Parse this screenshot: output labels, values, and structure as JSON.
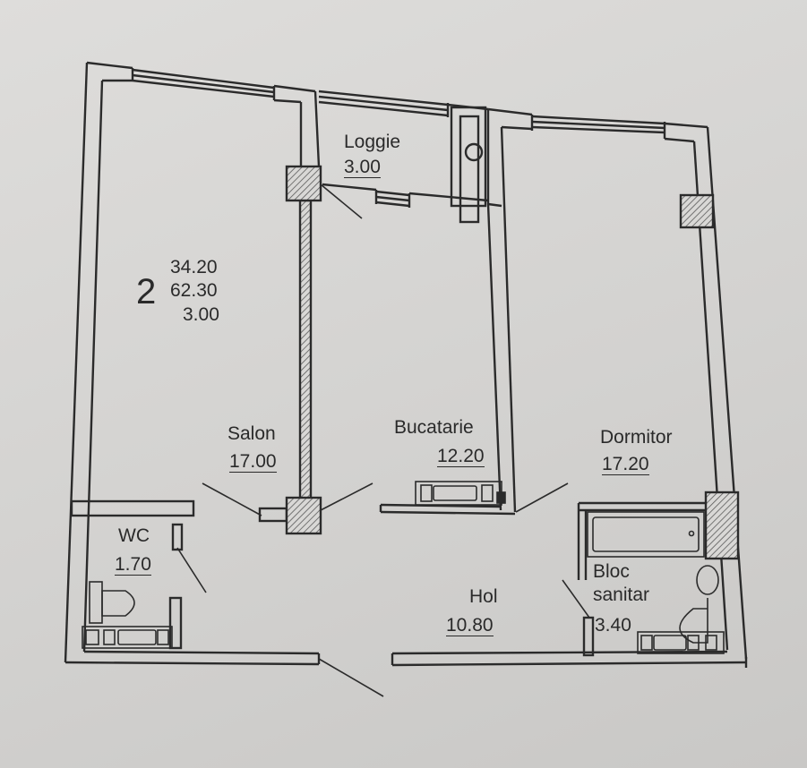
{
  "apartment": {
    "room_count": "2",
    "living_area": "34.20",
    "total_area": "62.30",
    "loggia_area": "3.00"
  },
  "rooms": [
    {
      "name": "Loggie",
      "area": "3.00"
    },
    {
      "name": "Salon",
      "area": "17.00"
    },
    {
      "name": "Bucatarie",
      "area": "12.20"
    },
    {
      "name": "Dormitor",
      "area": "17.20"
    },
    {
      "name": "WC",
      "area": "1.70"
    },
    {
      "name": "Hol",
      "area": "10.80"
    },
    {
      "name": "Bloc sanitar",
      "area": "3.40"
    }
  ],
  "colors": {
    "wall": "#2b2b2b",
    "hatch": "#5a5a5a",
    "paper": "#d9d8d6"
  }
}
